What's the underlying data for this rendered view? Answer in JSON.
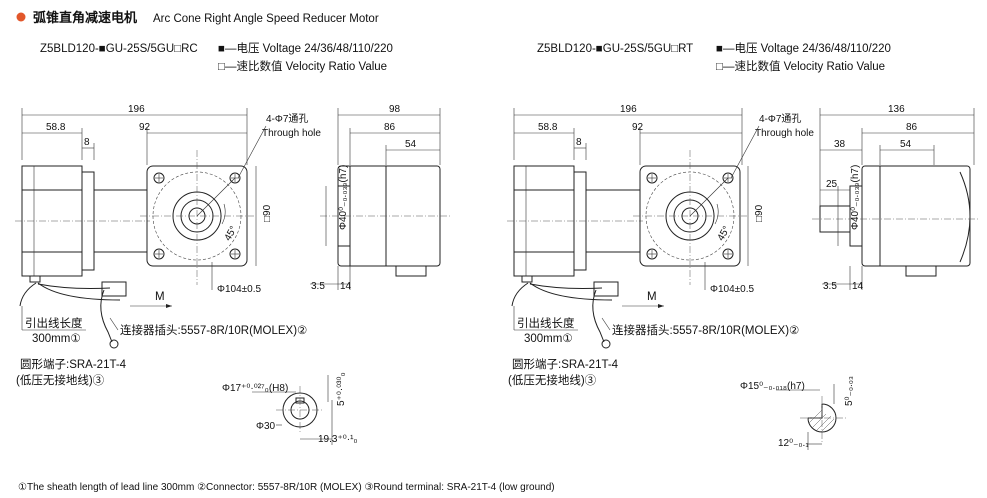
{
  "title": {
    "cn": "弧锥直角减速电机",
    "en": "Arc Cone Right Angle Speed Reducer Motor",
    "bullet_color": "#e2572b"
  },
  "left": {
    "model": "Z5BLD120-■GU-25S/5GU□RC",
    "legend_voltage": "■—电压 Voltage 24/36/48/110/220",
    "legend_ratio": "□—速比数值 Velocity Ratio Value",
    "dims": {
      "d196": "196",
      "d58_8": "58.8",
      "d92": "92",
      "d8": "8",
      "d98": "98",
      "d86": "86",
      "d54": "54",
      "d3_5": "3.5",
      "d14": "14",
      "d90": "□90",
      "shaft": "Φ40⁰₋₀.₀₃₉(h7)",
      "pcd": "Φ104±0.5",
      "angle": "45°"
    },
    "hole_cn": "4-Φ7通孔",
    "hole_en": "Through hole",
    "motor_label": "M",
    "lead_label": "引出线长度",
    "lead_len": "300mm①",
    "connector": "连接器插头:5557-8R/10R(MOLEX)②",
    "terminal": "圆形端子:SRA-21T-4",
    "terminal_note": "(低压无接地线)③",
    "bore": "Φ17⁺⁰·⁰²⁷₀(H8)",
    "boss": "Φ30",
    "key_depth": "19.3⁺⁰·¹₀",
    "key_width": "5⁺⁰·⁰³⁰₀"
  },
  "right": {
    "model": "Z5BLD120-■GU-25S/5GU□RT",
    "legend_voltage": "■—电压 Voltage 24/36/48/110/220",
    "legend_ratio": "□—速比数值 Velocity Ratio Value",
    "dims": {
      "d196": "196",
      "d58_8": "58.8",
      "d92": "92",
      "d8": "8",
      "d136": "136",
      "d86": "86",
      "d38": "38",
      "d54": "54",
      "d25": "25",
      "d3_5": "3.5",
      "d14": "14",
      "d90": "□90",
      "shaft": "Φ40⁰₋₀.₀₃₉(h7)",
      "pcd": "Φ104±0.5",
      "angle": "45°"
    },
    "hole_cn": "4-Φ7通孔",
    "hole_en": "Through hole",
    "motor_label": "M",
    "lead_label": "引出线长度",
    "lead_len": "300mm①",
    "connector": "连接器插头:5557-8R/10R(MOLEX)②",
    "terminal": "圆形端子:SRA-21T-4",
    "terminal_note": "(低压无接地线)③",
    "shaft_out": "Φ15⁰₋₀.₀₁₈(h7)",
    "key_width": "5⁰₋₀.₀₃",
    "key_depth": "12⁰₋₀.₁"
  },
  "footer": "①The sheath length of lead line 300mm  ②Connector: 5557-8R/10R (MOLEX)  ③Round terminal: SRA-21T-4 (low ground)"
}
